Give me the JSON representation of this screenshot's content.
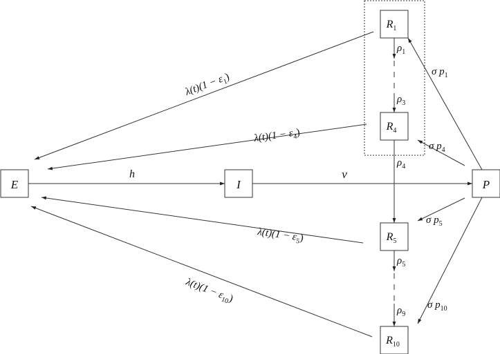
{
  "nodes": {
    "E": {
      "label": "E"
    },
    "I": {
      "label": "I"
    },
    "P": {
      "label": "P"
    },
    "R1": {
      "label": "R",
      "sub": "1"
    },
    "R4": {
      "label": "R",
      "sub": "4"
    },
    "R5": {
      "label": "R",
      "sub": "5"
    },
    "R10": {
      "label": "R",
      "sub": "10"
    }
  },
  "edges": {
    "h": {
      "label": "h"
    },
    "nu": {
      "label": "ν"
    },
    "rho1": {
      "label": "ρ",
      "sub": "1"
    },
    "rho3": {
      "label": "ρ",
      "sub": "3"
    },
    "rho4": {
      "label": "ρ",
      "sub": "4"
    },
    "rho5": {
      "label": "ρ",
      "sub": "5"
    },
    "rho9": {
      "label": "ρ",
      "sub": "9"
    },
    "sp1": {
      "label": "σ p",
      "sub": "1"
    },
    "sp4": {
      "label": "σ p",
      "sub": "4"
    },
    "sp5": {
      "label": "σ p",
      "sub": "5"
    },
    "sp10": {
      "label": "σ p",
      "sub": "10"
    },
    "lam1": {
      "pre": "λ(t)(1 − ε",
      "sub": "1",
      "post": ")"
    },
    "lam4": {
      "pre": "λ(t)(1 − ε",
      "sub": "4",
      "post": ")"
    },
    "lam5": {
      "pre": "λ(t)(1 − ε",
      "sub": "5",
      "post": ")"
    },
    "lam10": {
      "pre": "λ(t)(1 − ε",
      "sub": "10",
      "post": ")"
    }
  }
}
